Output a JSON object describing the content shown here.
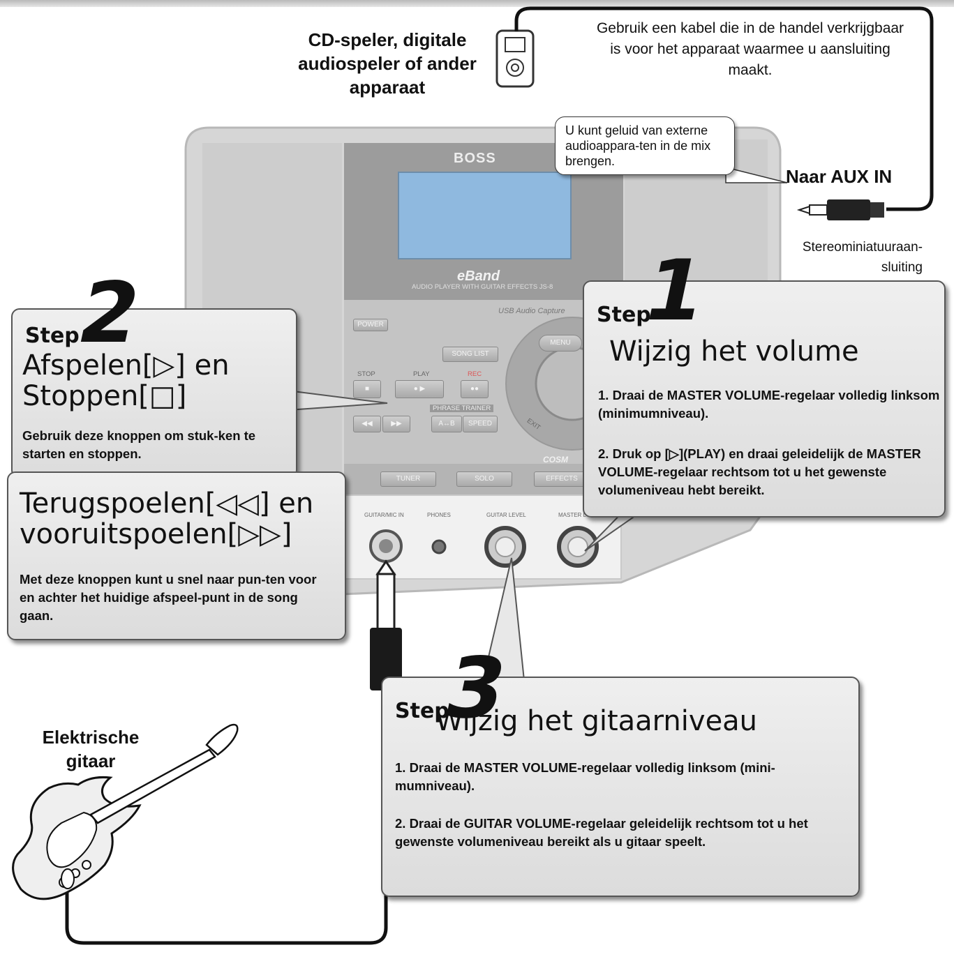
{
  "source": {
    "label": "CD-speler, digitale audiospeler of ander apparaat",
    "cable_note": "Gebruik een kabel die in de handel verkrijgbaar is voor het apparaat waarmee u aansluiting maakt."
  },
  "aux": {
    "label": "Naar AUX IN",
    "jack_label": "Stereominiatuuraan-sluiting",
    "bubble": "U kunt geluid van externe audioappara-ten in de mix brengen."
  },
  "device": {
    "brand": "BOSS",
    "model": "eBand",
    "subtitle": "AUDIO PLAYER with GUITAR EFFECTS JS-8",
    "usb": "USB Audio Capture",
    "buttons": {
      "power": "POWER",
      "song_list": "SONG LIST",
      "menu": "MENU",
      "stop": "STOP",
      "play": "PLAY",
      "rec": "REC",
      "phrase_trainer": "PHRASE TRAINER",
      "ab": "A↔B",
      "speed": "SPEED",
      "exit": "EXIT",
      "cosm": "COSM",
      "tuner": "TUNER",
      "solo": "SOLO",
      "effects": "EFFECTS"
    },
    "jacks": {
      "guitar_mic_in": "GUITAR/MIC IN",
      "phones": "PHONES",
      "guitar_level": "GUITAR LEVEL",
      "master_level": "MASTER L"
    }
  },
  "step_word": "Step",
  "step1": {
    "number": "1",
    "title": "Wijzig het volume",
    "items": [
      "1. Draai de MASTER VOLUME-regelaar volledig linksom (minimumniveau).",
      "2. Druk op [▷](PLAY) en draai geleidelijk de MASTER VOLUME-regelaar rechtsom tot u het gewenste volumeniveau hebt bereikt."
    ]
  },
  "step2": {
    "number": "2",
    "title_line1": "Afspelen[▷] en",
    "title_line2": "Stoppen[□]",
    "desc": "Gebruik deze knoppen om stuk-ken te starten en stoppen.",
    "sub_title_line1": "Terugspoelen[◁◁] en",
    "sub_title_line2": "vooruitspoelen[▷▷]",
    "sub_desc": "Met deze knoppen kunt u snel naar pun-ten voor en achter het huidige afspeel-punt in de song gaan."
  },
  "step3": {
    "number": "3",
    "title": "Wijzig het gitaarniveau",
    "items": [
      "1. Draai de MASTER VOLUME-regelaar volledig linksom (mini-mumniveau).",
      "2. Draai de GUITAR VOLUME-regelaar geleidelijk rechtsom tot u het gewenste volumeniveau bereikt als u gitaar speelt."
    ]
  },
  "guitar": {
    "label": "Elektrische gitaar"
  }
}
